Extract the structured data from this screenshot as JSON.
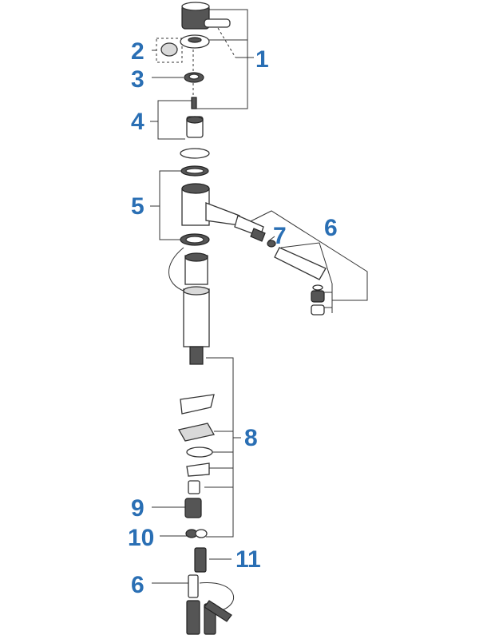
{
  "diagram": {
    "callouts": [
      {
        "id": "c1",
        "text": "1"
      },
      {
        "id": "c2",
        "text": "2"
      },
      {
        "id": "c3",
        "text": "3"
      },
      {
        "id": "c4",
        "text": "4"
      },
      {
        "id": "c5",
        "text": "5"
      },
      {
        "id": "c6a",
        "text": "6"
      },
      {
        "id": "c7",
        "text": "7"
      },
      {
        "id": "c8",
        "text": "8"
      },
      {
        "id": "c9",
        "text": "9"
      },
      {
        "id": "c10",
        "text": "10"
      },
      {
        "id": "c11",
        "text": "11"
      },
      {
        "id": "c6b",
        "text": "6"
      }
    ],
    "colors": {
      "label": "#2a6fb4",
      "line": "#333333"
    }
  }
}
